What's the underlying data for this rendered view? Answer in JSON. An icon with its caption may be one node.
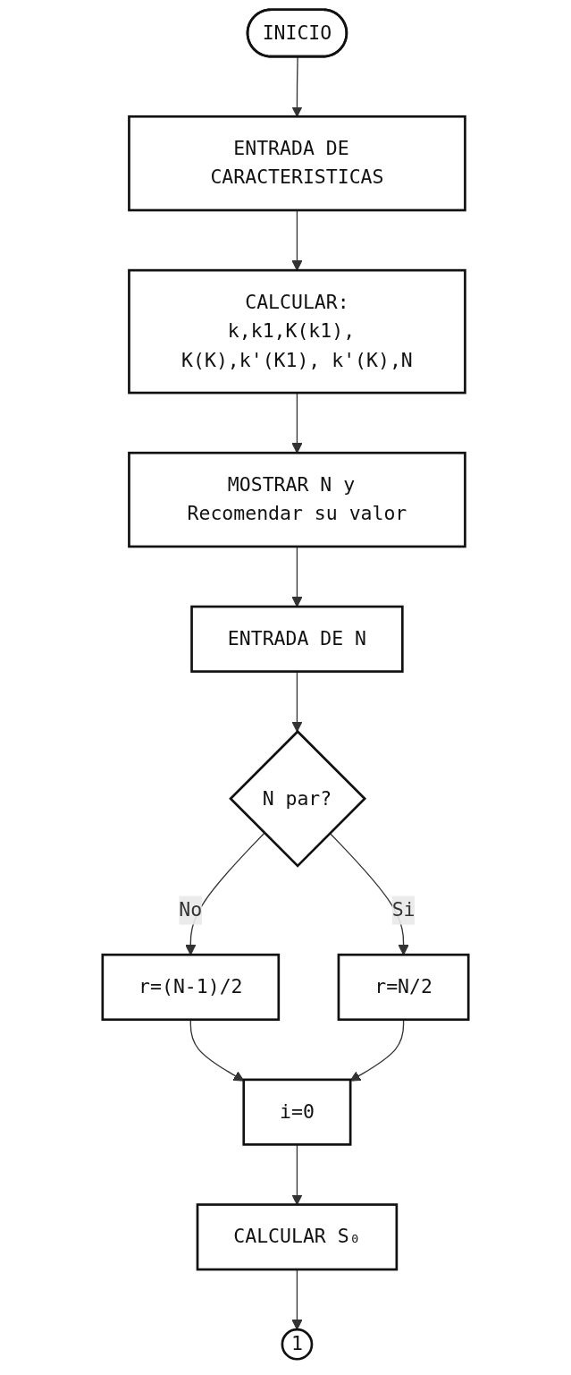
{
  "diagram": {
    "nodes": [
      {
        "text": [
          "INICIO"
        ]
      },
      {
        "text": [
          "ENTRADA DE CARACTERISTICAS"
        ]
      },
      {
        "text": [
          "CALCULAR:",
          "k,k1,K(k1), K(K),k'(K1), k'(K),N"
        ]
      },
      {
        "text": [
          "MOSTRAR N y Recomendar su valor"
        ]
      },
      {
        "text": [
          "ENTRADA DE N"
        ]
      },
      {
        "text": [
          "N par?"
        ]
      },
      {
        "text": [
          "r=(N-1)/2"
        ]
      },
      {
        "text": [
          "r=N/2"
        ]
      },
      {
        "text": [
          "i=0"
        ]
      },
      {
        "text": [
          "CALCULAR S₀"
        ]
      },
      {
        "text": [
          "1"
        ]
      }
    ],
    "edges": [
      {
        "from": 0,
        "to": 1,
        "arrow": "to"
      },
      {
        "from": 1,
        "to": 2,
        "arrow": "to"
      },
      {
        "from": 2,
        "to": 3,
        "arrow": "to"
      },
      {
        "from": 3,
        "to": 4,
        "arrow": "to"
      },
      {
        "from": 4,
        "to": 5,
        "arrow": "to"
      },
      {
        "from": 5,
        "to": 6,
        "label": "No",
        "arrow": "to"
      },
      {
        "from": 5,
        "to": 7,
        "label": "Si",
        "arrow": "to"
      },
      {
        "from": 6,
        "to": 8,
        "arrow": "to"
      },
      {
        "from": 7,
        "to": 8,
        "arrow": "to"
      },
      {
        "from": 8,
        "to": 9,
        "arrow": "to"
      },
      {
        "from": 9,
        "to": 10,
        "arrow": "to"
      }
    ]
  }
}
